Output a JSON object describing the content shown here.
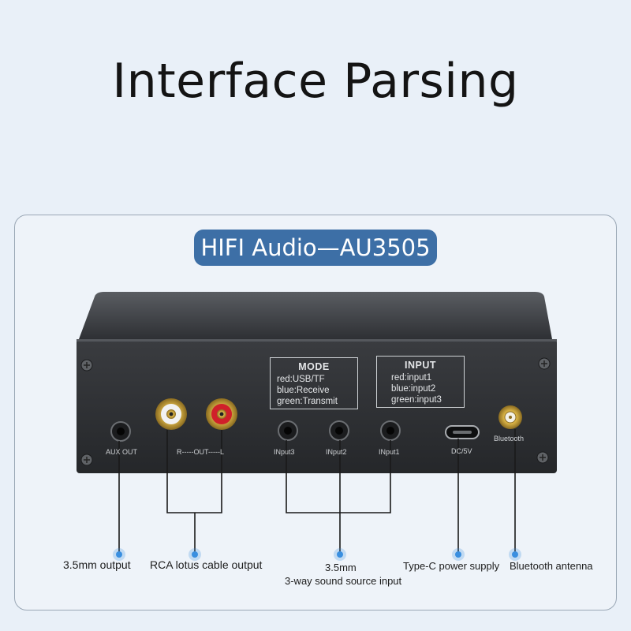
{
  "title": "Interface Parsing",
  "badge": "HIFI  Audio—AU3505",
  "mode_box": {
    "heading": "MODE",
    "lines": [
      "red:USB/TF",
      "blue:Receive",
      "green:Transmit"
    ]
  },
  "input_box": {
    "heading": "INPUT",
    "lines": [
      "red:input1",
      "blue:input2",
      "green:input3"
    ]
  },
  "port_labels": {
    "aux": "AUX OUT",
    "rca": "R-----OUT-----L",
    "input3": "INput3",
    "input2": "INput2",
    "input1": "INput1",
    "dc": "DC/5V",
    "bluetooth": "Bluetooth"
  },
  "callouts": {
    "aux": "3.5mm output",
    "rca": "RCA  lotus cable output",
    "inputs_line1": "3.5mm",
    "inputs_line2": "3-way sound source input",
    "typec": "Type-C power supply",
    "bt": "Bluetooth antenna"
  },
  "colors": {
    "background": "#e9f0f8",
    "badge": "#3d6fa6",
    "dot": "#3a8fe0",
    "device": "#2b2d30",
    "rca_red": "#d0202a"
  }
}
